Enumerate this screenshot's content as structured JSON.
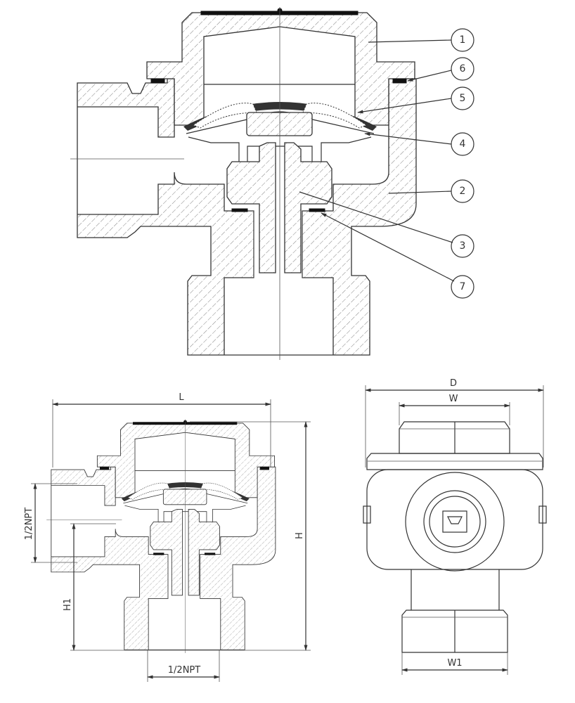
{
  "callouts": [
    "1",
    "6",
    "5",
    "4",
    "2",
    "3",
    "7"
  ],
  "dimensions": {
    "L": "L",
    "H": "H",
    "H1": "H1",
    "inlet_thread": "1/2NPT",
    "outlet_thread": "1/2NPT",
    "D": "D",
    "W": "W",
    "W1": "W1"
  }
}
